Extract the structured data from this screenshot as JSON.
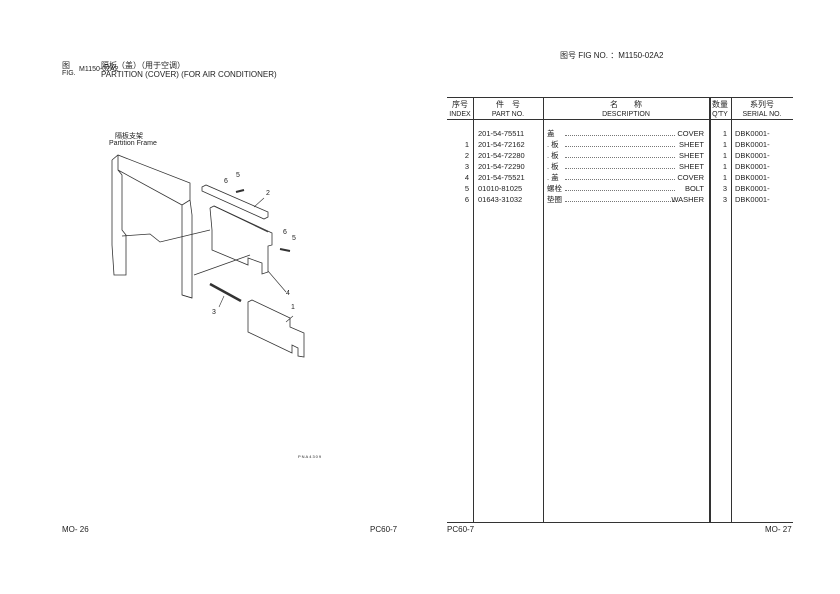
{
  "left_page": {
    "fig_label_cn": "图",
    "fig_label_en": "FIG.",
    "fig_no": "M1150-02A2",
    "title_cn": "隔板（盖）（用于空调）",
    "title_en": "PARTITION (COVER) (FOR AIR CONDITIONER)",
    "frame_label_cn": "隔板支架",
    "frame_label_en": "Partition Frame",
    "callouts": [
      "1",
      "2",
      "3",
      "4",
      "5",
      "6",
      "5",
      "6"
    ],
    "drawing_code": "PNA4309",
    "page_no": "MO- 26",
    "model": "PC60-7"
  },
  "right_page": {
    "fig_header": "图号 FIG NO. ：M1150-02A2",
    "headers": {
      "index_cn": "序号",
      "index_en": "INDEX",
      "part_cn": "件　号",
      "part_en": "PART NO.",
      "desc_cn": "名　　称",
      "desc_en": "DESCRIPTION",
      "qty_cn": "数量",
      "qty_en": "Q'TY",
      "serial_cn": "系列号",
      "serial_en": "SERIAL NO."
    },
    "rows": [
      {
        "index": "",
        "part": "201-54-75511",
        "cn": "盖",
        "en": "COVER",
        "qty": "1",
        "serial": "DBK0001-"
      },
      {
        "index": "1",
        "part": "201-54-72162",
        "cn": ". 板",
        "en": "SHEET",
        "qty": "1",
        "serial": "DBK0001-"
      },
      {
        "index": "2",
        "part": "201-54-72280",
        "cn": ". 板",
        "en": "SHEET",
        "qty": "1",
        "serial": "DBK0001-"
      },
      {
        "index": "3",
        "part": "201-54-72290",
        "cn": ". 板",
        "en": "SHEET",
        "qty": "1",
        "serial": "DBK0001-"
      },
      {
        "index": "4",
        "part": "201-54-75521",
        "cn": ". 盖",
        "en": "COVER",
        "qty": "1",
        "serial": "DBK0001-"
      },
      {
        "index": "5",
        "part": "01010-81025",
        "cn": "螺栓",
        "en": "BOLT",
        "qty": "3",
        "serial": "DBK0001-"
      },
      {
        "index": "6",
        "part": "01643-31032",
        "cn": "垫圈",
        "en": "WASHER",
        "qty": "3",
        "serial": "DBK0001-"
      }
    ],
    "model": "PC60-7",
    "page_no": "MO- 27"
  }
}
